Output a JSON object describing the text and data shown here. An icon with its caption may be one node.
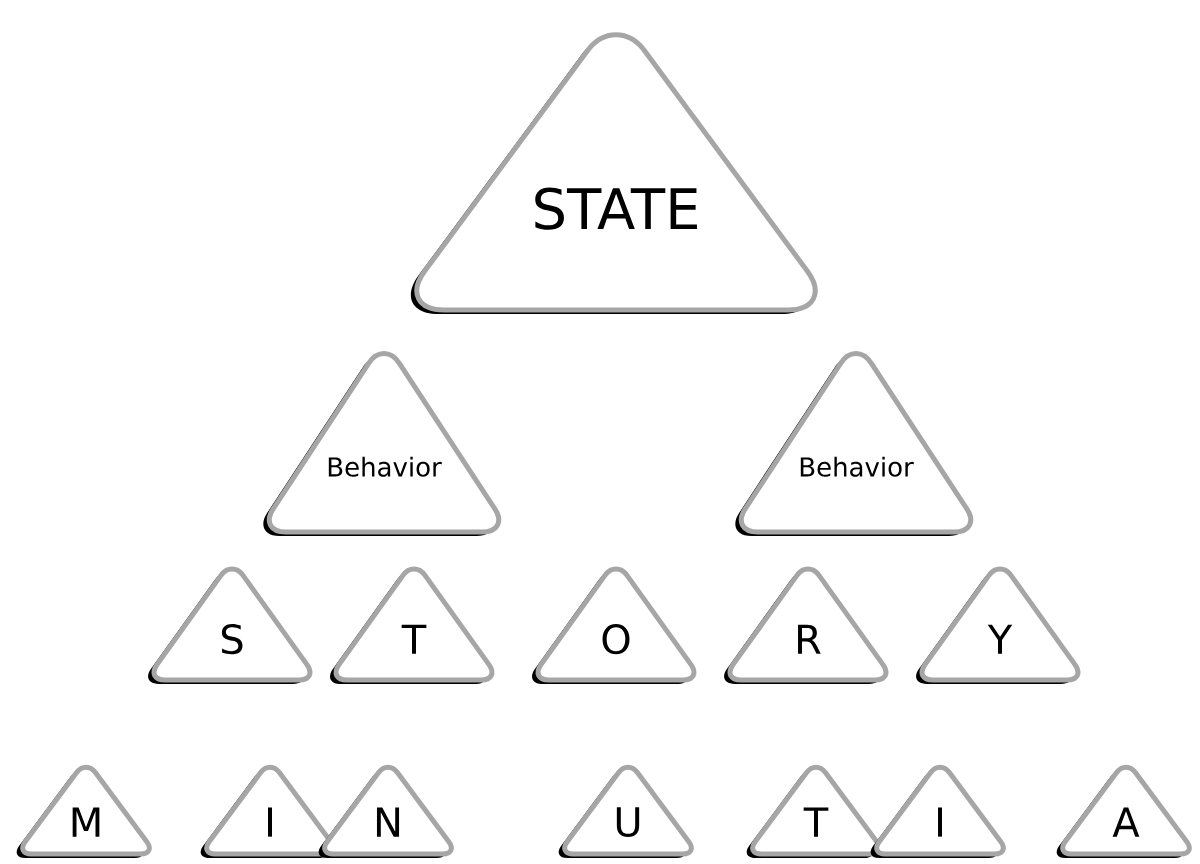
{
  "diagram": {
    "nodes": [
      {
        "text": [
          "STATE"
        ]
      },
      {
        "text": [
          "Behavior"
        ]
      },
      {
        "text": [
          "Behavior"
        ]
      },
      {
        "text": [
          "S"
        ]
      },
      {
        "text": [
          "T"
        ]
      },
      {
        "text": [
          "O"
        ]
      },
      {
        "text": [
          "R"
        ]
      },
      {
        "text": [
          "Y"
        ]
      },
      {
        "text": [
          "M"
        ]
      },
      {
        "text": [
          "I"
        ]
      },
      {
        "text": [
          "N"
        ]
      },
      {
        "text": [
          "U"
        ]
      },
      {
        "text": [
          "T"
        ]
      },
      {
        "text": [
          "I"
        ]
      },
      {
        "text": [
          "A"
        ]
      }
    ]
  }
}
